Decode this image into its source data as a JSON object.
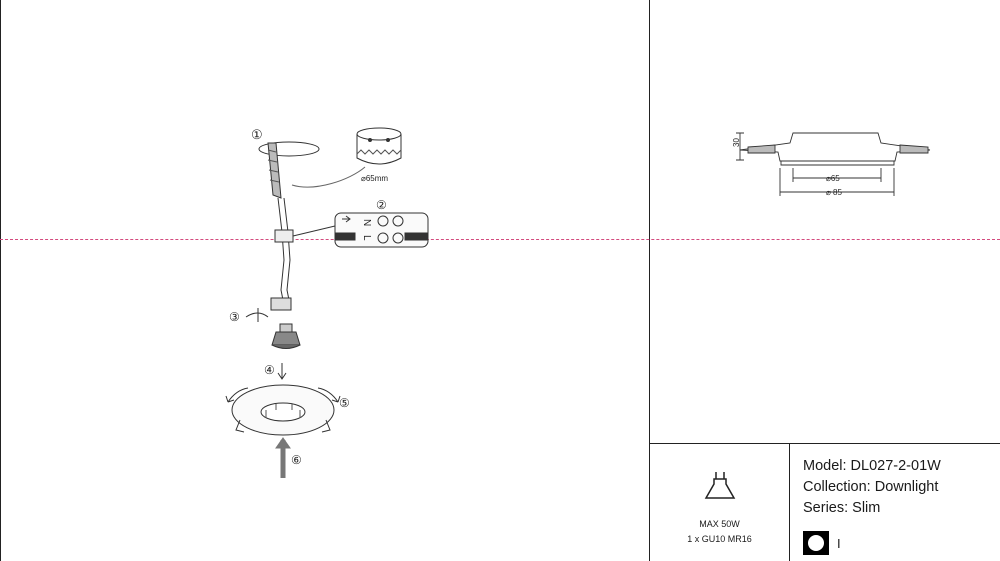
{
  "installation": {
    "step_numbers": [
      "①",
      "②",
      "③",
      "④",
      "⑤",
      "⑥"
    ],
    "cutout_label": "⌀65mm",
    "terminal_labels": [
      "N",
      "L"
    ]
  },
  "dimensions": {
    "height_label": "30",
    "inner_diameter_label": "⌀65",
    "outer_diameter_label": "⌀ 85"
  },
  "lamp": {
    "max_label": "MAX 50W",
    "type_label": "1 x GU10 MR16"
  },
  "product": {
    "model": "Model: DL027-2-01W",
    "collection": "Collection: Downlight",
    "series": "Series: Slim",
    "finish_label": "I"
  },
  "colors": {
    "cutline": "#d44a7e",
    "line": "#222222"
  }
}
